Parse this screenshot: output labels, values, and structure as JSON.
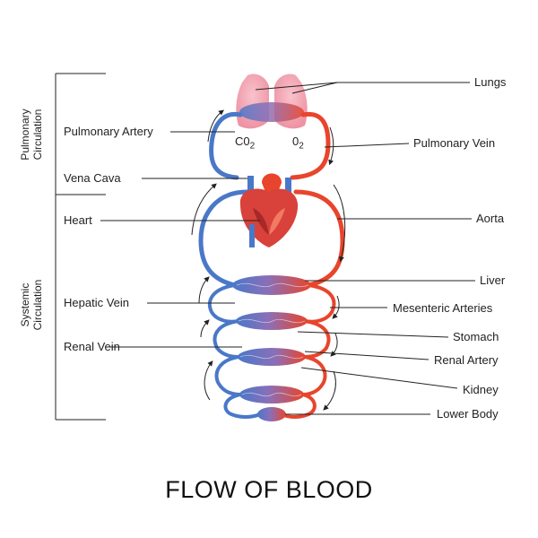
{
  "title": "FLOW OF BLOOD",
  "sections": {
    "pulmonary": "Pulmonary\nCirculation",
    "systemic": "Systemic\nCirculation"
  },
  "gases": {
    "co2": "C0",
    "co2_sub": "2",
    "o2": "0",
    "o2_sub": "2"
  },
  "labels_left": {
    "pulmonary_artery": "Pulmonary Artery",
    "vena_cava": "Vena Cava",
    "heart": "Heart",
    "hepatic_vein": "Hepatic Vein",
    "renal_vein": "Renal Vein"
  },
  "labels_right": {
    "lungs": "Lungs",
    "pulmonary_vein": "Pulmonary Vein",
    "aorta": "Aorta",
    "liver": "Liver",
    "mesenteric_arteries": "Mesenteric Arteries",
    "stomach": "Stomach",
    "renal_artery": "Renal Artery",
    "kidney": "Kidney",
    "lower_body": "Lower Body"
  },
  "colors": {
    "vein": "#4a78c8",
    "artery": "#e8452c",
    "lung": "#f2a6b4",
    "leader": "#222222"
  }
}
